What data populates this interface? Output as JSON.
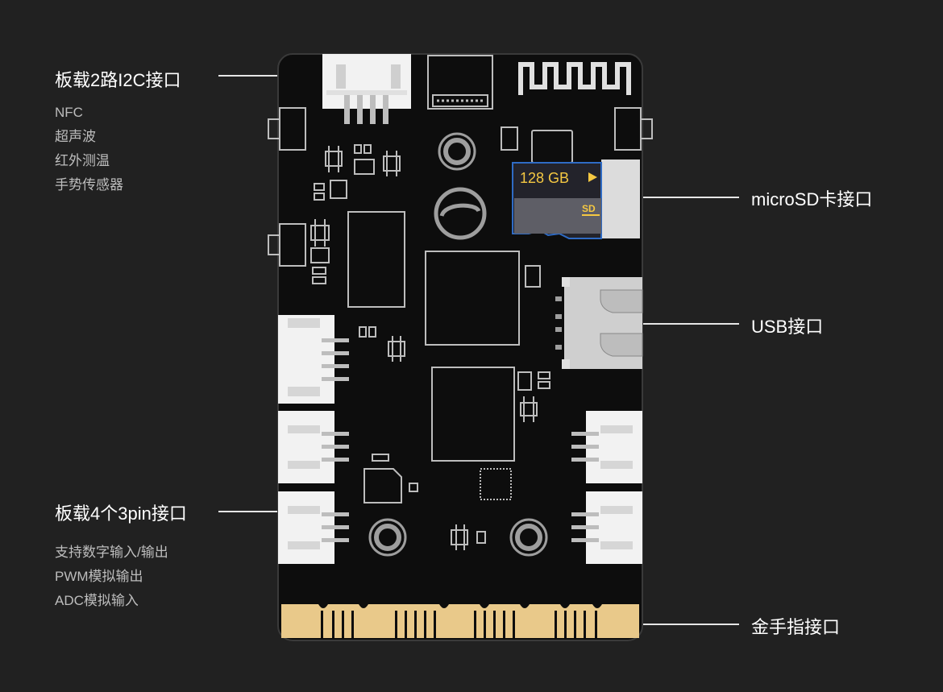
{
  "labels": {
    "i2c": {
      "title": "板载2路I2C接口",
      "items": [
        "NFC",
        "超声波",
        "红外测温",
        "手势传感器"
      ]
    },
    "pin3": {
      "title": "板载4个3pin接口",
      "items": [
        "支持数字输入/输出",
        "PWM模拟输出",
        "ADC模拟输入"
      ]
    },
    "microsd": {
      "title": "microSD卡接口"
    },
    "usb": {
      "title": "USB接口"
    },
    "goldfinger": {
      "title": "金手指接口"
    }
  },
  "sdcard": {
    "capacity": "128  GB",
    "logo": "SD"
  },
  "colors": {
    "background": "#212121",
    "board": "#0d0d0d",
    "gold": "#e9c98a",
    "connector": "#f2f2f2",
    "sd_border": "#2f6bc4"
  }
}
